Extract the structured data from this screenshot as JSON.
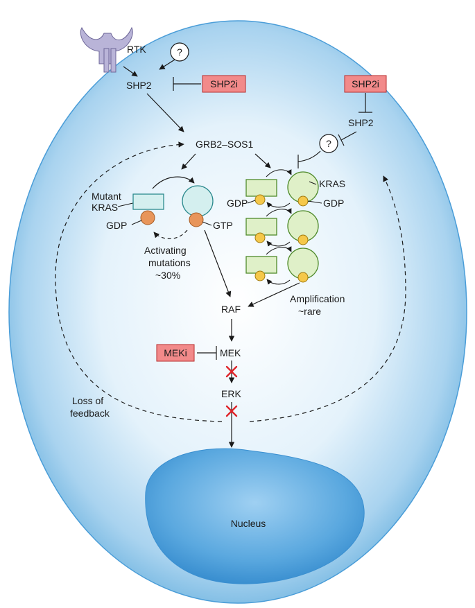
{
  "labels": {
    "rtk": "RTK",
    "question_top": "?",
    "shp2_left": "SHP2",
    "shp2i_left": "SHP2i",
    "shp2i_right": "SHP2i",
    "shp2_right": "SHP2",
    "question_right": "?",
    "grb2_sos1": "GRB2–SOS1",
    "mutant_kras_line1": "Mutant",
    "mutant_kras_line2": "KRAS",
    "gdp_left": "GDP",
    "gtp": "GTP",
    "activating_line1": "Activating",
    "activating_line2": "mutations",
    "activating_line3": "~30%",
    "kras_right": "KRAS",
    "gdp_right_a": "GDP",
    "gdp_right_b": "GDP",
    "raf": "RAF",
    "amplification_line1": "Amplification",
    "amplification_line2": "~rare",
    "meki": "MEKi",
    "mek": "MEK",
    "erk": "ERK",
    "loss_line1": "Loss of",
    "loss_line2": "feedback",
    "nucleus": "Nucleus"
  },
  "colors": {
    "cell_outer": "#bcdcf0",
    "cell_inner": "#6fb4e0",
    "nucleus": "#4a9dd8",
    "inhibitor_fill": "#f28a8a",
    "inhibitor_stroke": "#b82c2c",
    "kras_teal_fill": "#d4efef",
    "kras_teal_stroke": "#2c8a8e",
    "kras_green_fill": "#dff0c8",
    "kras_green_stroke": "#4f8a2b",
    "gtp_orange": "#e8955a",
    "gdp_yellow": "#f5c84a",
    "block_red": "#e0242a",
    "receptor": "#b9b4d8"
  },
  "icons": [
    "receptor-icon",
    "block-x-icon"
  ]
}
